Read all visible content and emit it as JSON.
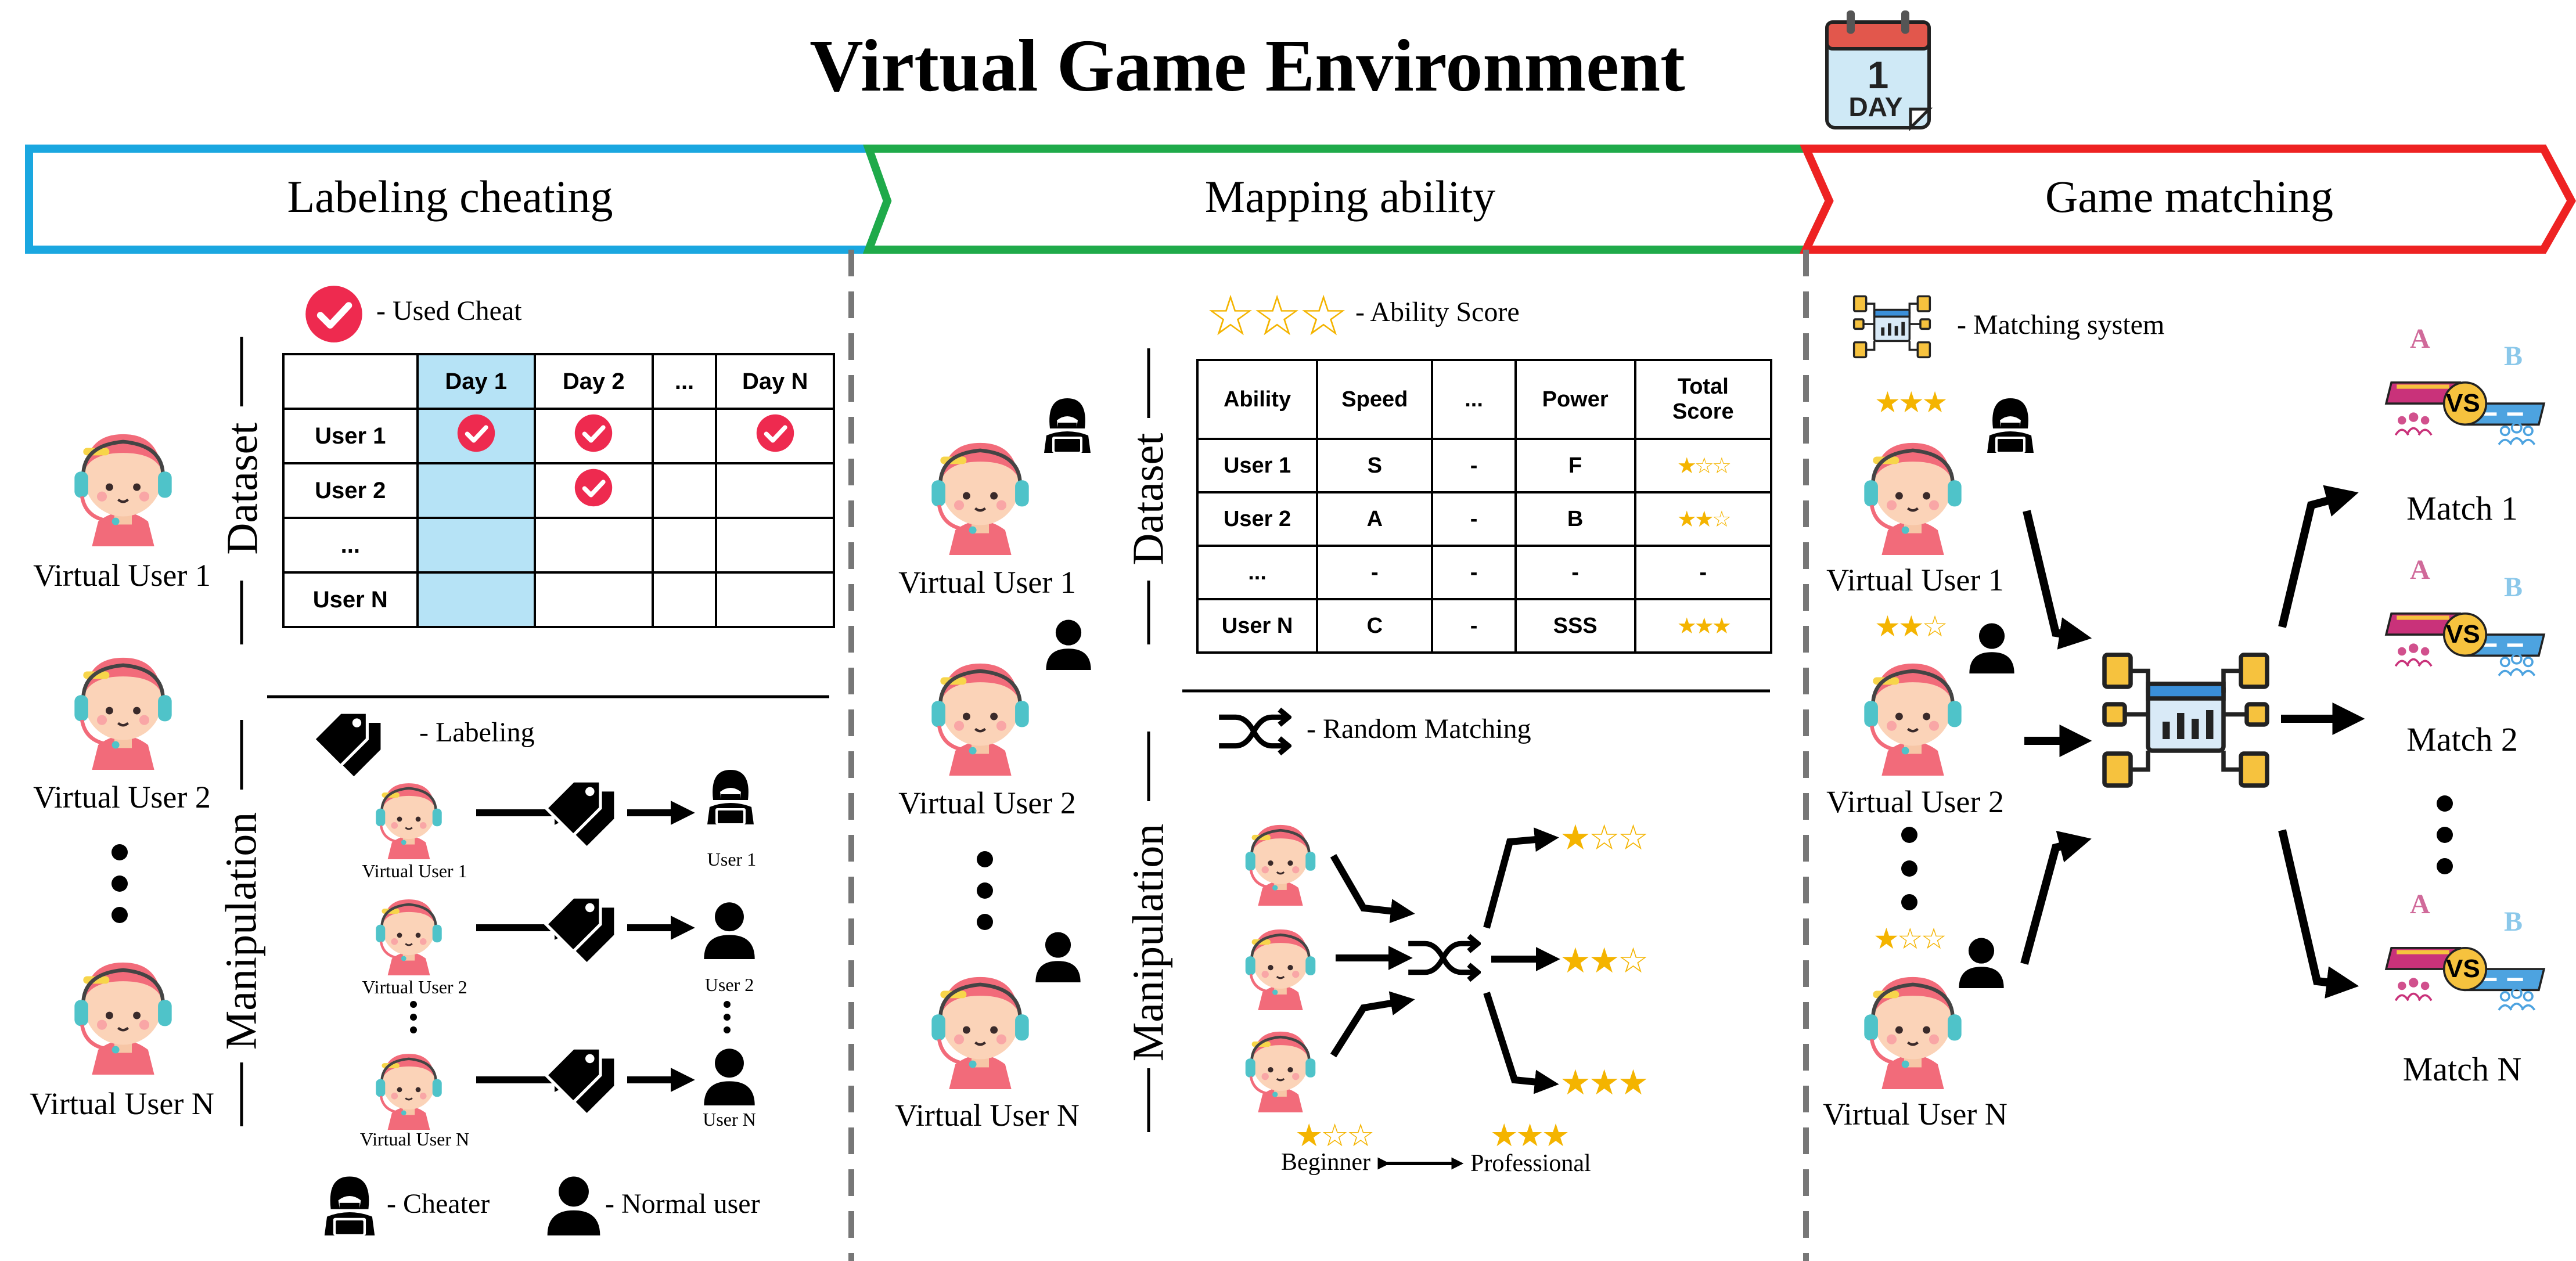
{
  "title": "Virtual Game Environment",
  "calendar_icon": {
    "number": "1",
    "label": "DAY"
  },
  "stages": [
    {
      "label": "Labeling cheating",
      "color": "#1aa7e0"
    },
    {
      "label": "Mapping ability",
      "color": "#1faa4a"
    },
    {
      "label": "Game matching",
      "color": "#ee2222"
    }
  ],
  "section_labels": {
    "dataset": "Dataset",
    "manipulation": "Manipulation"
  },
  "panel1": {
    "legend_used_cheat": "- Used Cheat",
    "users": [
      "Virtual User 1",
      "Virtual User 2",
      "Virtual User N"
    ],
    "table": {
      "headers": [
        "",
        "Day 1",
        "Day 2",
        "...",
        "Day N"
      ],
      "rows": [
        {
          "label": "User 1",
          "checks": [
            true,
            true,
            false,
            true
          ]
        },
        {
          "label": "User 2",
          "checks": [
            false,
            true,
            false,
            false
          ]
        },
        {
          "label": "...",
          "checks": [
            false,
            false,
            false,
            false
          ]
        },
        {
          "label": "User N",
          "checks": [
            false,
            false,
            false,
            false
          ]
        }
      ],
      "highlight_color": "#b6e3f6"
    },
    "legend_labeling": "- Labeling",
    "flow": [
      {
        "from": "Virtual User 1",
        "to": "User 1",
        "result": "cheater"
      },
      {
        "from": "Virtual User 2",
        "to": "User 2",
        "result": "normal"
      },
      {
        "from": "Virtual User N",
        "to": "User N",
        "result": "normal"
      }
    ],
    "legend_cheater": "- Cheater",
    "legend_normal": "- Normal user"
  },
  "panel2": {
    "legend_ability": "- Ability Score",
    "users": [
      "Virtual User 1",
      "Virtual User 2",
      "Virtual User N"
    ],
    "table": {
      "headers": [
        "Ability",
        "Speed",
        "...",
        "Power",
        "Total\nScore"
      ],
      "rows": [
        {
          "cells": [
            "User 1",
            "S",
            "-",
            "F"
          ],
          "stars": 1
        },
        {
          "cells": [
            "User 2",
            "A",
            "-",
            "B"
          ],
          "stars": 2
        },
        {
          "cells": [
            "...",
            "-",
            "-",
            "-"
          ],
          "stars": null,
          "dash": "-"
        },
        {
          "cells": [
            "User N",
            "C",
            "-",
            "SSS"
          ],
          "stars": 3
        }
      ]
    },
    "legend_random": "- Random Matching",
    "beginner": "Beginner",
    "professional": "Professional"
  },
  "panel3": {
    "legend_matching": "-  Matching system",
    "users": [
      {
        "label": "Virtual User 1",
        "stars": 3,
        "type": "cheater"
      },
      {
        "label": "Virtual User 2",
        "stars": 2,
        "type": "normal"
      },
      {
        "label": "Virtual User N",
        "stars": 1,
        "type": "normal"
      }
    ],
    "matches": [
      "Match 1",
      "Match 2",
      "Match N"
    ],
    "team_a": "A",
    "team_b": "B",
    "vs": "VS"
  }
}
